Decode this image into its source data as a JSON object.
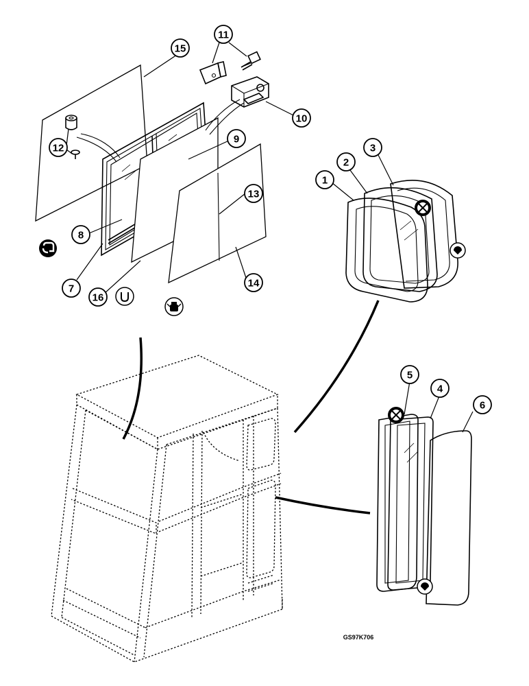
{
  "callouts": [
    {
      "id": "c1",
      "label": "1"
    },
    {
      "id": "c2",
      "label": "2"
    },
    {
      "id": "c3",
      "label": "3"
    },
    {
      "id": "c4",
      "label": "4"
    },
    {
      "id": "c5",
      "label": "5"
    },
    {
      "id": "c6",
      "label": "6"
    },
    {
      "id": "c7",
      "label": "7"
    },
    {
      "id": "c8",
      "label": "8"
    },
    {
      "id": "c9",
      "label": "9"
    },
    {
      "id": "c10",
      "label": "10"
    },
    {
      "id": "c11",
      "label": "11"
    },
    {
      "id": "c12",
      "label": "12"
    },
    {
      "id": "c13",
      "label": "13"
    },
    {
      "id": "c14",
      "label": "14"
    },
    {
      "id": "c15",
      "label": "15"
    },
    {
      "id": "c16",
      "label": "16"
    }
  ],
  "drawing_code": "GS97K706",
  "symbols": [
    "sealant-tube-icon",
    "u-clip-icon",
    "adhesive-jar-icon",
    "rubber-bond-icon"
  ]
}
